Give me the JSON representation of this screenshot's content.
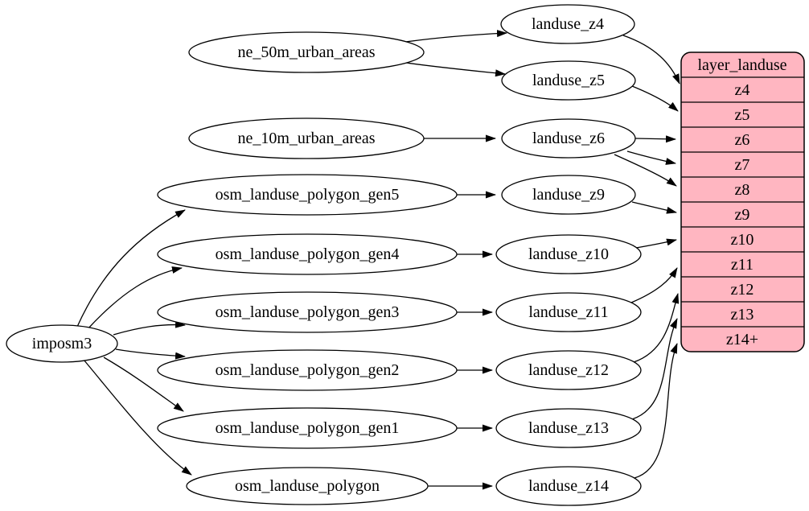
{
  "colors": {
    "background": "#ffffff",
    "node_fill": "#ffffff",
    "node_stroke": "#000000",
    "edge": "#000000",
    "table_fill": "#ffb6c1",
    "table_stroke": "#000000",
    "text": "#000000"
  },
  "nodes": {
    "imposm3": "imposm3",
    "ne_50m_urban_areas": "ne_50m_urban_areas",
    "ne_10m_urban_areas": "ne_10m_urban_areas",
    "osm_landuse_polygon_gen5": "osm_landuse_polygon_gen5",
    "osm_landuse_polygon_gen4": "osm_landuse_polygon_gen4",
    "osm_landuse_polygon_gen3": "osm_landuse_polygon_gen3",
    "osm_landuse_polygon_gen2": "osm_landuse_polygon_gen2",
    "osm_landuse_polygon_gen1": "osm_landuse_polygon_gen1",
    "osm_landuse_polygon": "osm_landuse_polygon",
    "landuse_z4": "landuse_z4",
    "landuse_z5": "landuse_z5",
    "landuse_z6": "landuse_z6",
    "landuse_z9": "landuse_z9",
    "landuse_z10": "landuse_z10",
    "landuse_z11": "landuse_z11",
    "landuse_z12": "landuse_z12",
    "landuse_z13": "landuse_z13",
    "landuse_z14": "landuse_z14"
  },
  "table": {
    "title": "layer_landuse",
    "rows": [
      "z4",
      "z5",
      "z6",
      "z7",
      "z8",
      "z9",
      "z10",
      "z11",
      "z12",
      "z13",
      "z14+"
    ]
  },
  "edges": [
    {
      "from": "imposm3",
      "to": "osm_landuse_polygon_gen5"
    },
    {
      "from": "imposm3",
      "to": "osm_landuse_polygon_gen4"
    },
    {
      "from": "imposm3",
      "to": "osm_landuse_polygon_gen3"
    },
    {
      "from": "imposm3",
      "to": "osm_landuse_polygon_gen2"
    },
    {
      "from": "imposm3",
      "to": "osm_landuse_polygon_gen1"
    },
    {
      "from": "imposm3",
      "to": "osm_landuse_polygon"
    },
    {
      "from": "ne_50m_urban_areas",
      "to": "landuse_z4"
    },
    {
      "from": "ne_50m_urban_areas",
      "to": "landuse_z5"
    },
    {
      "from": "ne_10m_urban_areas",
      "to": "landuse_z6"
    },
    {
      "from": "osm_landuse_polygon_gen5",
      "to": "landuse_z9"
    },
    {
      "from": "osm_landuse_polygon_gen4",
      "to": "landuse_z10"
    },
    {
      "from": "osm_landuse_polygon_gen3",
      "to": "landuse_z11"
    },
    {
      "from": "osm_landuse_polygon_gen2",
      "to": "landuse_z12"
    },
    {
      "from": "osm_landuse_polygon_gen1",
      "to": "landuse_z13"
    },
    {
      "from": "osm_landuse_polygon",
      "to": "landuse_z14"
    },
    {
      "from": "landuse_z4",
      "to": "layer_landuse.z4"
    },
    {
      "from": "landuse_z5",
      "to": "layer_landuse.z5"
    },
    {
      "from": "landuse_z6",
      "to": "layer_landuse.z6"
    },
    {
      "from": "landuse_z6",
      "to": "layer_landuse.z7"
    },
    {
      "from": "landuse_z6",
      "to": "layer_landuse.z8"
    },
    {
      "from": "landuse_z9",
      "to": "layer_landuse.z9"
    },
    {
      "from": "landuse_z10",
      "to": "layer_landuse.z10"
    },
    {
      "from": "landuse_z11",
      "to": "layer_landuse.z11"
    },
    {
      "from": "landuse_z12",
      "to": "layer_landuse.z12"
    },
    {
      "from": "landuse_z13",
      "to": "layer_landuse.z13"
    },
    {
      "from": "landuse_z14",
      "to": "layer_landuse.z14+"
    }
  ]
}
